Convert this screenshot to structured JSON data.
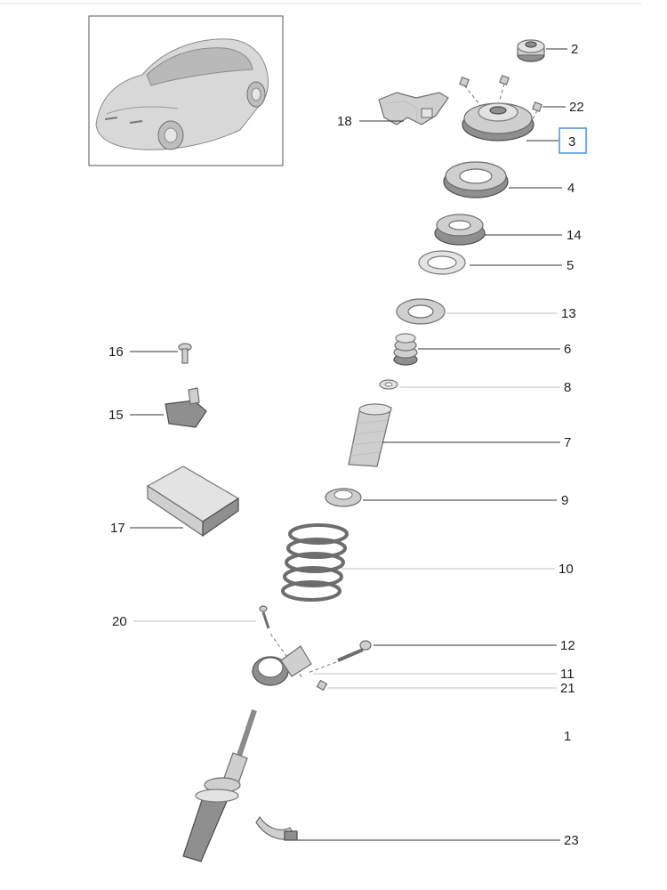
{
  "callouts": [
    {
      "id": "2",
      "label": "2"
    },
    {
      "id": "22",
      "label": "22"
    },
    {
      "id": "3",
      "label": "3"
    },
    {
      "id": "18",
      "label": "18"
    },
    {
      "id": "4",
      "label": "4"
    },
    {
      "id": "14",
      "label": "14"
    },
    {
      "id": "5",
      "label": "5"
    },
    {
      "id": "13",
      "label": "13"
    },
    {
      "id": "16",
      "label": "16"
    },
    {
      "id": "6",
      "label": "6"
    },
    {
      "id": "8",
      "label": "8"
    },
    {
      "id": "15",
      "label": "15"
    },
    {
      "id": "7",
      "label": "7"
    },
    {
      "id": "17",
      "label": "17"
    },
    {
      "id": "9",
      "label": "9"
    },
    {
      "id": "10",
      "label": "10"
    },
    {
      "id": "20",
      "label": "20"
    },
    {
      "id": "12",
      "label": "12"
    },
    {
      "id": "11",
      "label": "11"
    },
    {
      "id": "21",
      "label": "21"
    },
    {
      "id": "1",
      "label": "1"
    },
    {
      "id": "23",
      "label": "23"
    }
  ],
  "selected_callout": "3",
  "colors": {
    "part_fill": "#cfcfcf",
    "part_stroke": "#6d6d6d",
    "leader_dark": "#333333",
    "leader_light": "#bfbfbf",
    "highlight_box": "#4a90d9"
  },
  "icons": {
    "vehicle_thumbnail": "car-illustration-icon"
  }
}
